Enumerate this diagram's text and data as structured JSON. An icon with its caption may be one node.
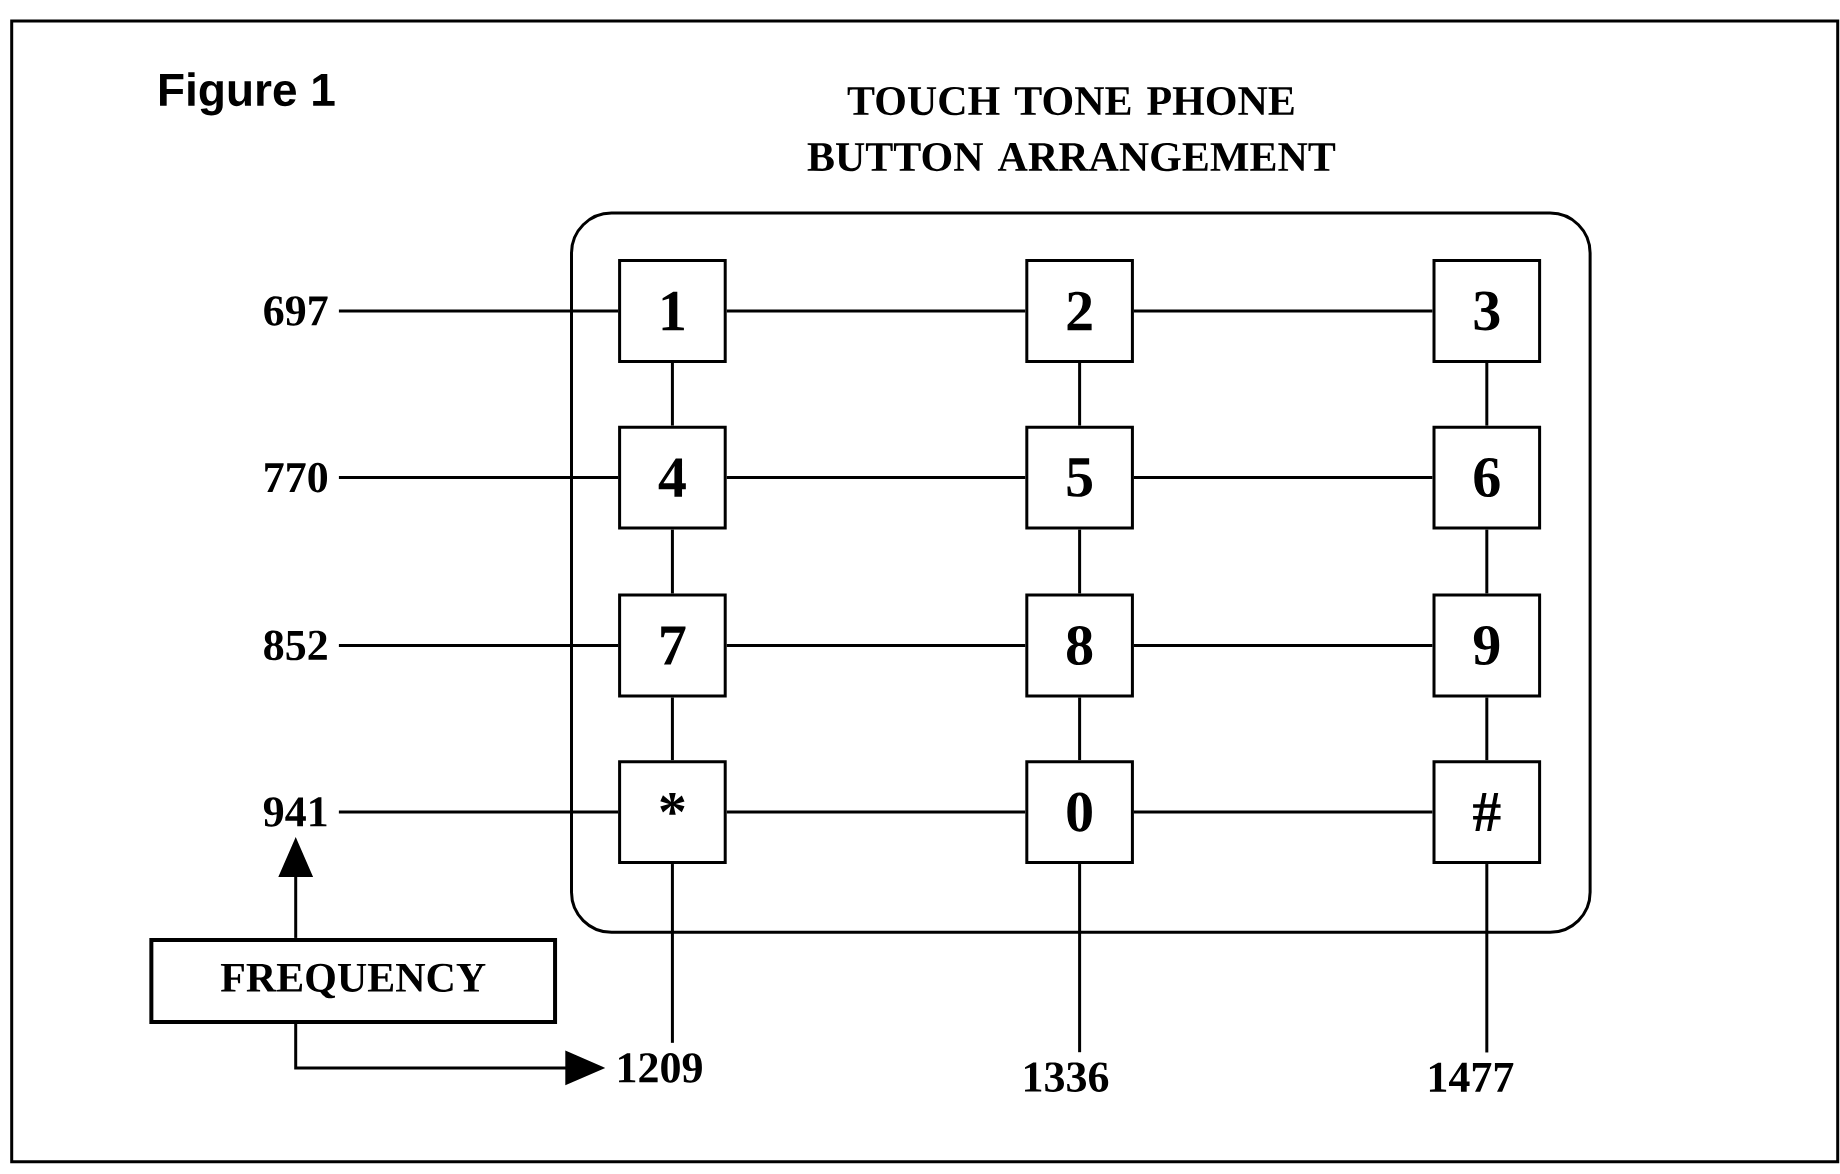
{
  "diagram": {
    "title": "TOUCH TONE PHONE BUTTON ARRANGEMENT",
    "nodes": [
      {
        "text": [],
        "shape": "box"
      },
      {
        "text": [
          "1"
        ],
        "in": 0
      },
      {
        "text": [
          "2"
        ],
        "in": 0
      },
      {
        "text": [
          "3"
        ],
        "in": 0
      },
      {
        "text": [
          "4"
        ],
        "in": 0
      },
      {
        "text": [
          "5"
        ],
        "in": 0
      },
      {
        "text": [
          "6"
        ],
        "in": 0
      },
      {
        "text": [
          "7"
        ],
        "in": 0
      },
      {
        "text": [
          "8"
        ],
        "in": 0
      },
      {
        "text": [
          "9"
        ],
        "in": 0
      },
      {
        "text": [
          "*"
        ],
        "in": 0
      },
      {
        "text": [
          "0"
        ],
        "in": 0
      },
      {
        "text": [
          "#"
        ],
        "in": 0
      },
      {
        "text": [
          "697"
        ]
      },
      {
        "text": [
          "770"
        ]
      },
      {
        "text": [
          "852"
        ]
      },
      {
        "text": [
          "941"
        ]
      },
      {
        "text": [
          "1209"
        ]
      },
      {
        "text": [
          "1336"
        ]
      },
      {
        "text": [
          "1477"
        ]
      },
      {
        "text": [
          "FREQUENCY"
        ]
      }
    ],
    "edges": [
      {
        "from": 13,
        "to": 1,
        "arrow": "none"
      },
      {
        "from": 1,
        "to": 2,
        "arrow": "none"
      },
      {
        "from": 2,
        "to": 3,
        "arrow": "none"
      },
      {
        "from": 14,
        "to": 4,
        "arrow": "none"
      },
      {
        "from": 4,
        "to": 5,
        "arrow": "none"
      },
      {
        "from": 5,
        "to": 6,
        "arrow": "none"
      },
      {
        "from": 15,
        "to": 7,
        "arrow": "none"
      },
      {
        "from": 7,
        "to": 8,
        "arrow": "none"
      },
      {
        "from": 8,
        "to": 9,
        "arrow": "none"
      },
      {
        "from": 16,
        "to": 10,
        "arrow": "none"
      },
      {
        "from": 10,
        "to": 11,
        "arrow": "none"
      },
      {
        "from": 11,
        "to": 12,
        "arrow": "none"
      },
      {
        "from": 1,
        "to": 4,
        "arrow": "none"
      },
      {
        "from": 4,
        "to": 7,
        "arrow": "none"
      },
      {
        "from": 7,
        "to": 10,
        "arrow": "none"
      },
      {
        "from": 10,
        "to": 17,
        "arrow": "none"
      },
      {
        "from": 2,
        "to": 5,
        "arrow": "none"
      },
      {
        "from": 5,
        "to": 8,
        "arrow": "none"
      },
      {
        "from": 8,
        "to": 11,
        "arrow": "none"
      },
      {
        "from": 11,
        "to": 18,
        "arrow": "none"
      },
      {
        "from": 3,
        "to": 6,
        "arrow": "none"
      },
      {
        "from": 6,
        "to": 9,
        "arrow": "none"
      },
      {
        "from": 9,
        "to": 12,
        "arrow": "none"
      },
      {
        "from": 12,
        "to": 19,
        "arrow": "none"
      },
      {
        "from": 20,
        "to": 16,
        "arrow": "to"
      },
      {
        "from": 20,
        "to": 17,
        "arrow": "to"
      }
    ],
    "labels": [
      "Figure 1"
    ]
  }
}
